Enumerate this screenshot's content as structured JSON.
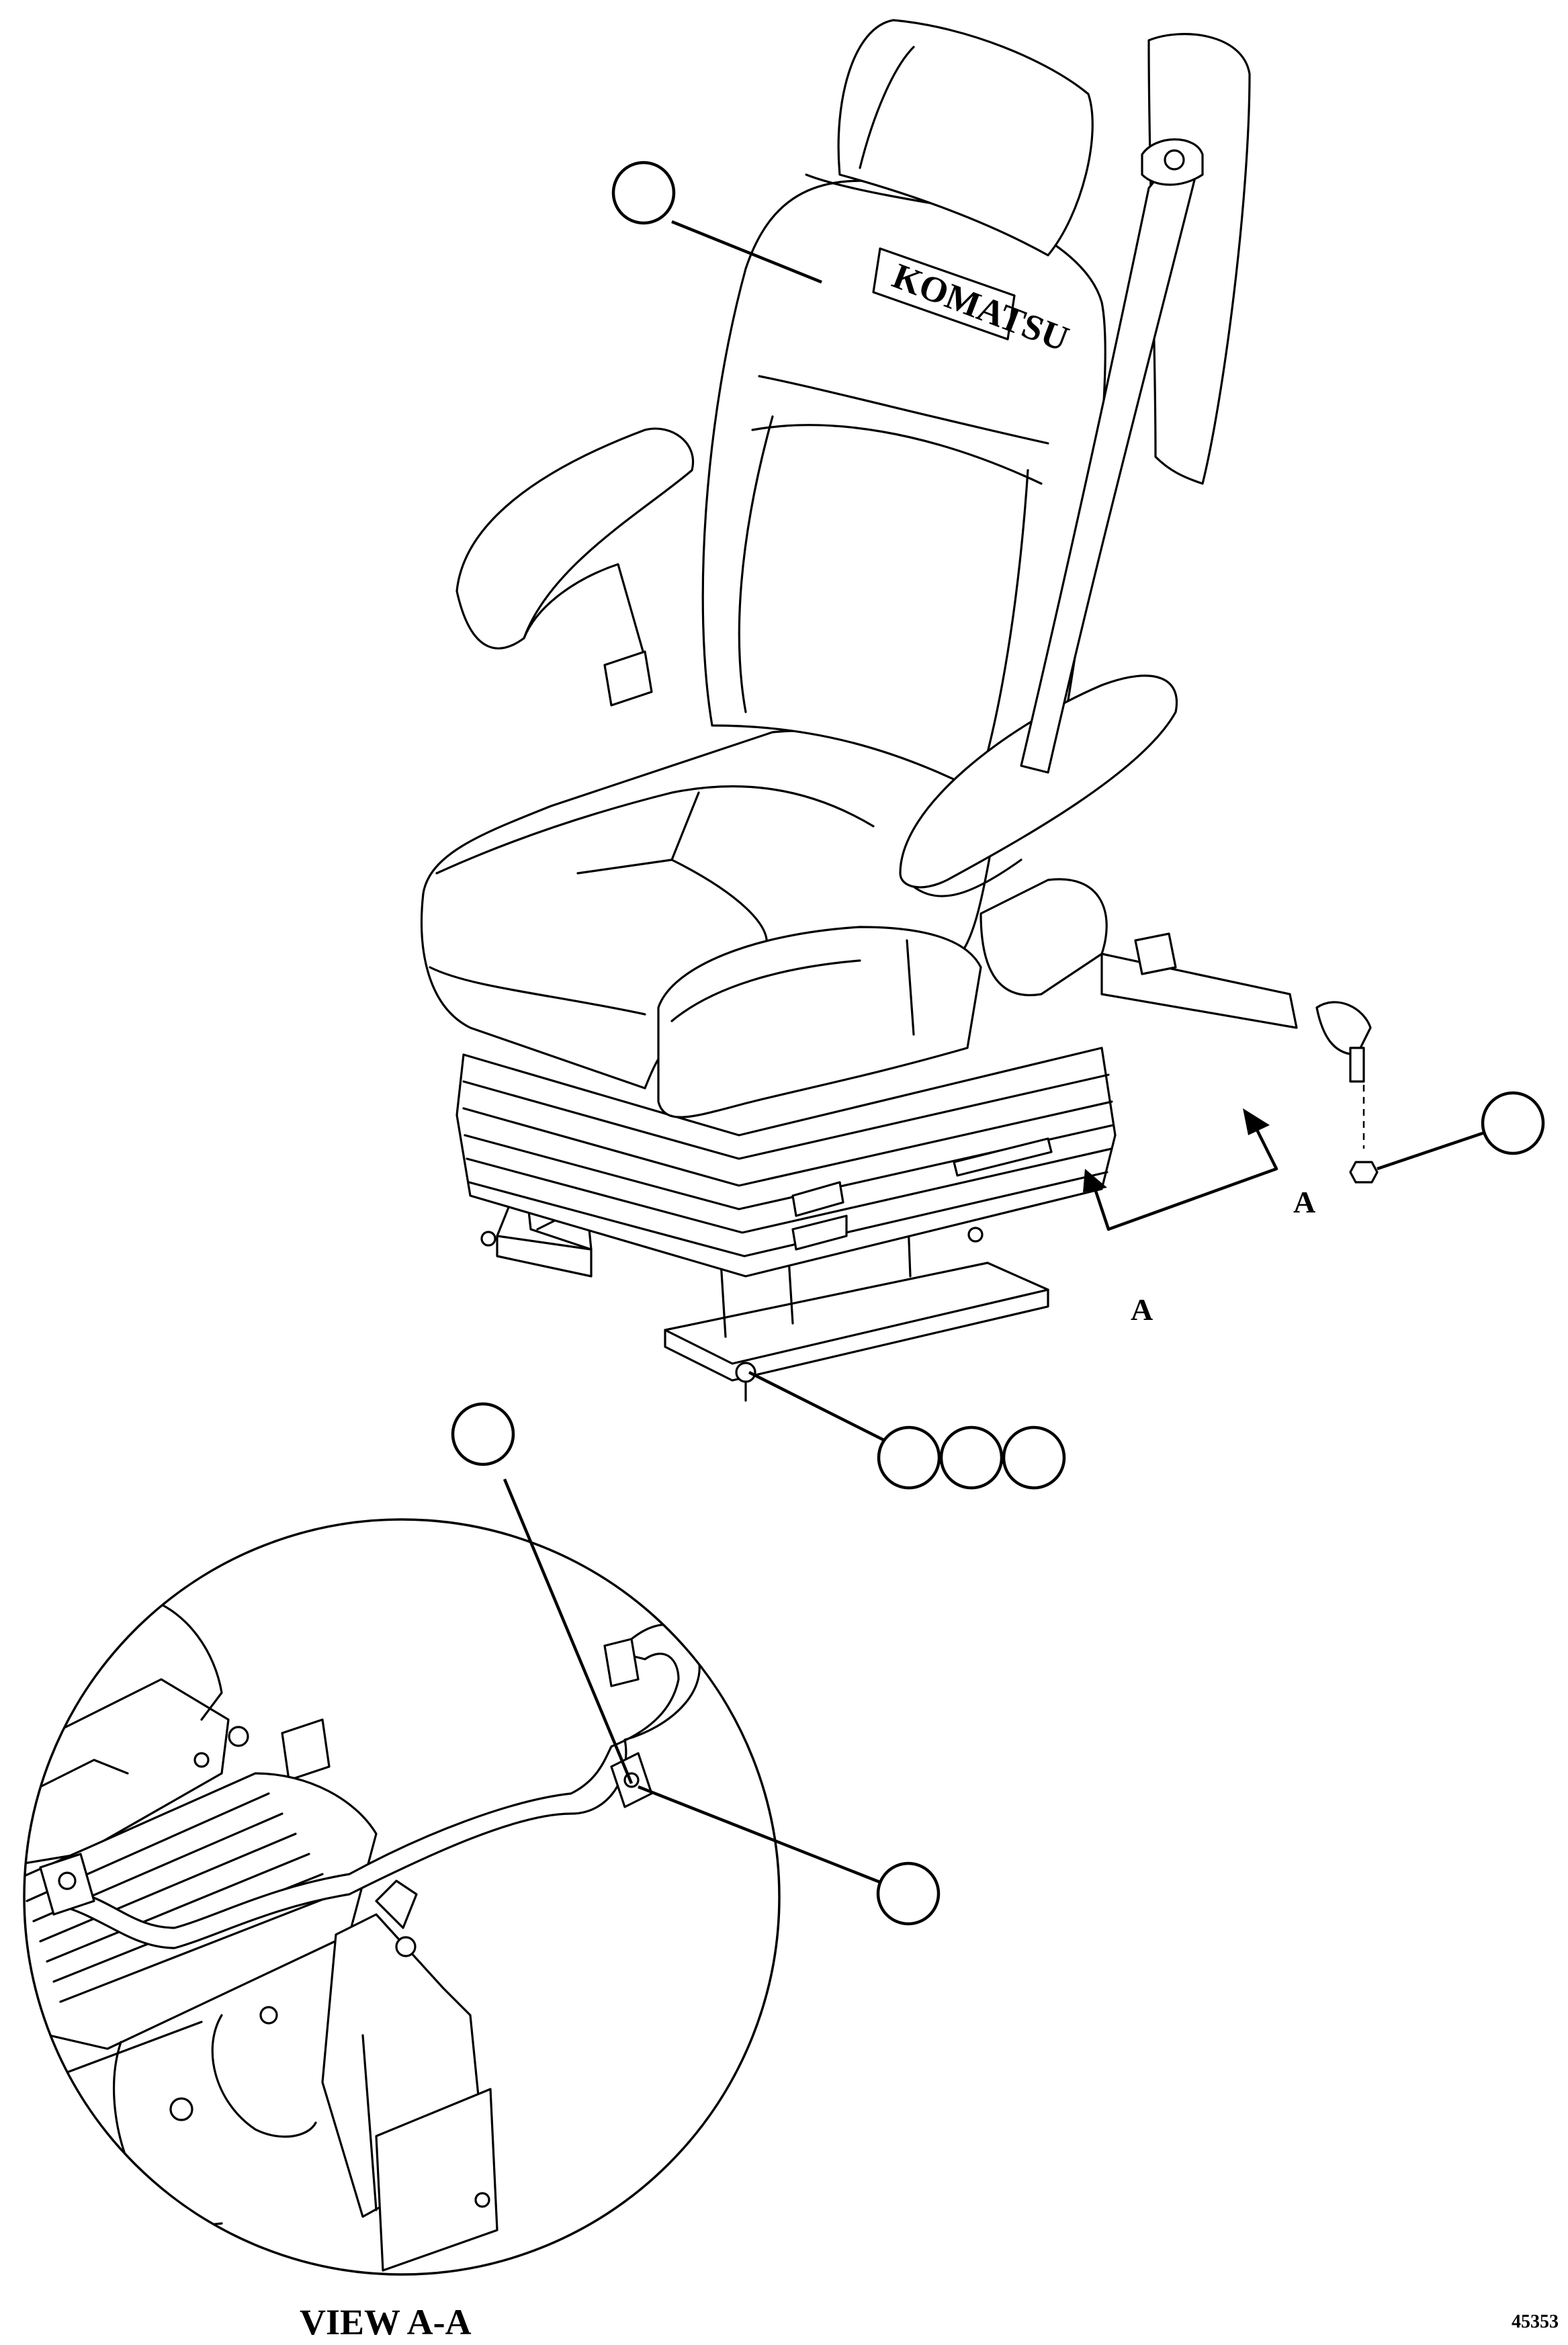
{
  "brand": "KOMATSU",
  "section_markers": [
    "A",
    "A"
  ],
  "view_title": "VIEW A-A",
  "figure_number": "45353"
}
